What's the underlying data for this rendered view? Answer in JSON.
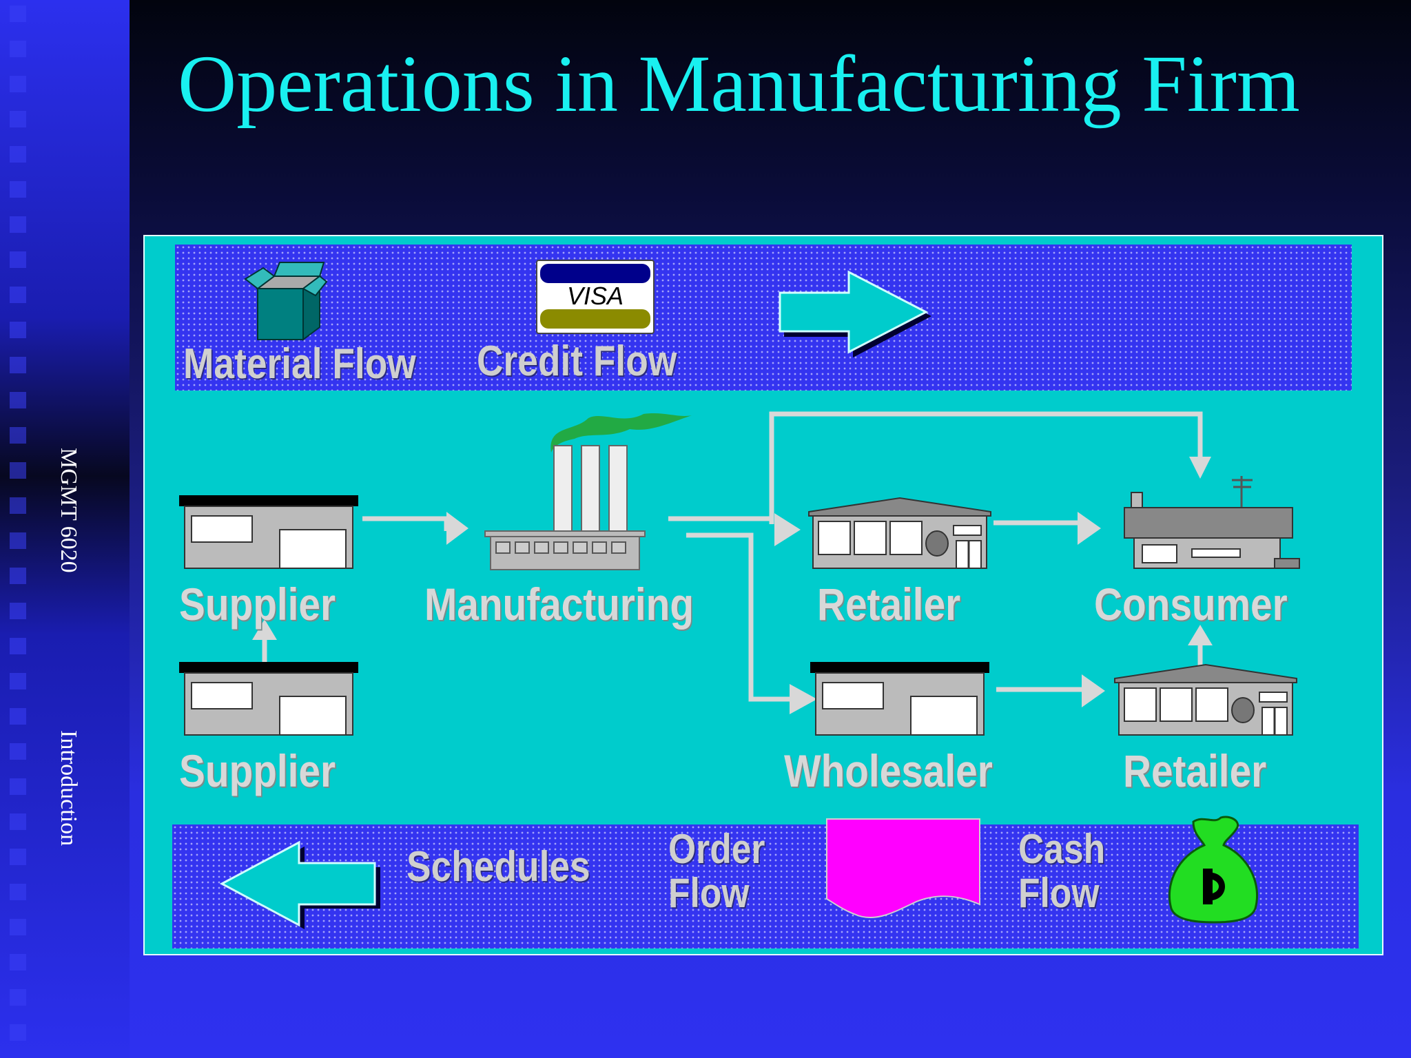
{
  "slide": {
    "title": "Operations in Manufacturing Firm",
    "footer_left": "MGMT 6020",
    "footer_right": "Introduction"
  },
  "legend_top": {
    "material_flow": "Material Flow",
    "credit_flow": "Credit Flow",
    "card_brand": "VISA"
  },
  "nodes": {
    "supplier_1": "Supplier",
    "supplier_2": "Supplier",
    "manufacturing": "Manufacturing",
    "retailer_1": "Retailer",
    "consumer": "Consumer",
    "wholesaler": "Wholesaler",
    "retailer_2": "Retailer"
  },
  "legend_bottom": {
    "schedules": "Schedules",
    "order_flow": "Order Flow",
    "cash_flow": "Cash Flow"
  },
  "colors": {
    "title": "#19f0f0",
    "diagram_bg": "#00cccc",
    "band": "#3434f0",
    "arrow_fill": "#00cccc",
    "flow_line": "#d8d8d8",
    "order_doc": "#ff00ff",
    "money_bag": "#22dd22"
  },
  "icons": [
    "box-icon",
    "credit-card-icon",
    "right-arrow-icon",
    "factory-icon",
    "warehouse-icon",
    "store-icon",
    "house-icon",
    "left-arrow-icon",
    "document-icon",
    "money-bag-icon"
  ]
}
